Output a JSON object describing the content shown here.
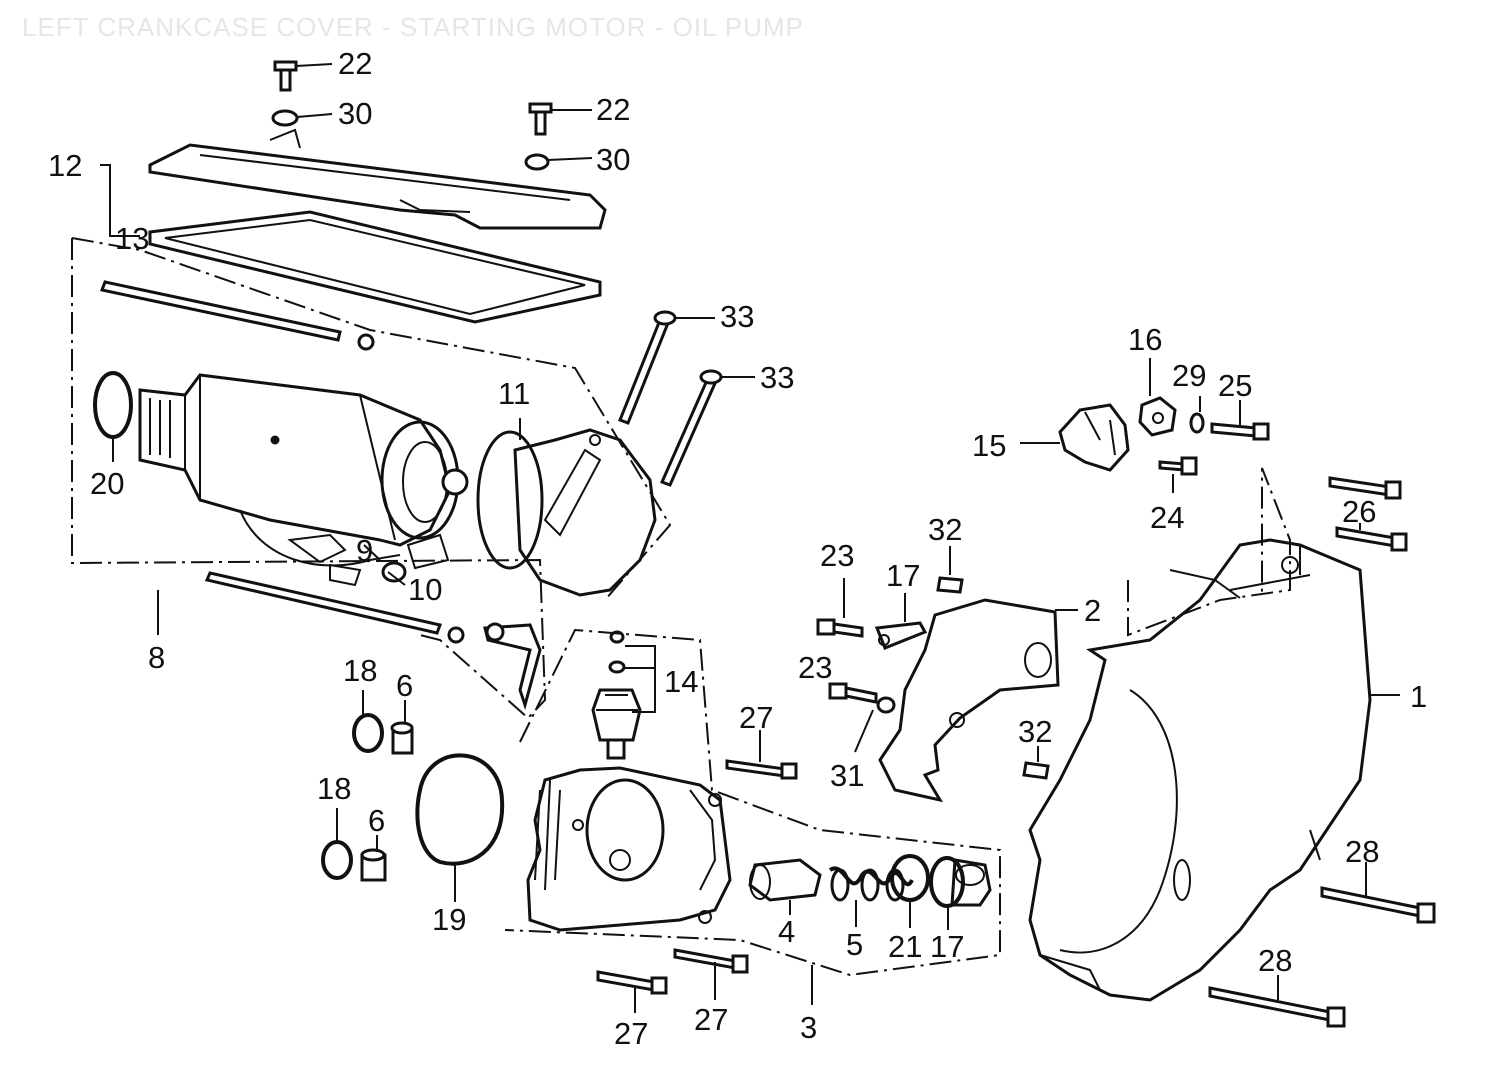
{
  "title": "LEFT CRANKCASE COVER - STARTING MOTOR - OIL PUMP",
  "callouts": {
    "n22a": "22",
    "n30a": "30",
    "n22b": "22",
    "n30b": "30",
    "n12": "12",
    "n13": "13",
    "n33a": "33",
    "n33b": "33",
    "n16": "16",
    "n29": "29",
    "n25": "25",
    "n15": "15",
    "n11": "11",
    "n20": "20",
    "n24": "24",
    "n26": "26",
    "n32a": "32",
    "n23a": "23",
    "n17a": "17",
    "n9": "9",
    "n10": "10",
    "n2": "2",
    "n8": "8",
    "n14": "14",
    "n18a": "18",
    "n6a": "6",
    "n23b": "23",
    "n1": "1",
    "n27a": "27",
    "n32b": "32",
    "n31": "31",
    "n18b": "18",
    "n6b": "6",
    "n28a": "28",
    "n19": "19",
    "n4": "4",
    "n5": "5",
    "n21": "21",
    "n17b": "17",
    "n28b": "28",
    "n27b": "27",
    "n27c": "27",
    "n3": "3"
  }
}
